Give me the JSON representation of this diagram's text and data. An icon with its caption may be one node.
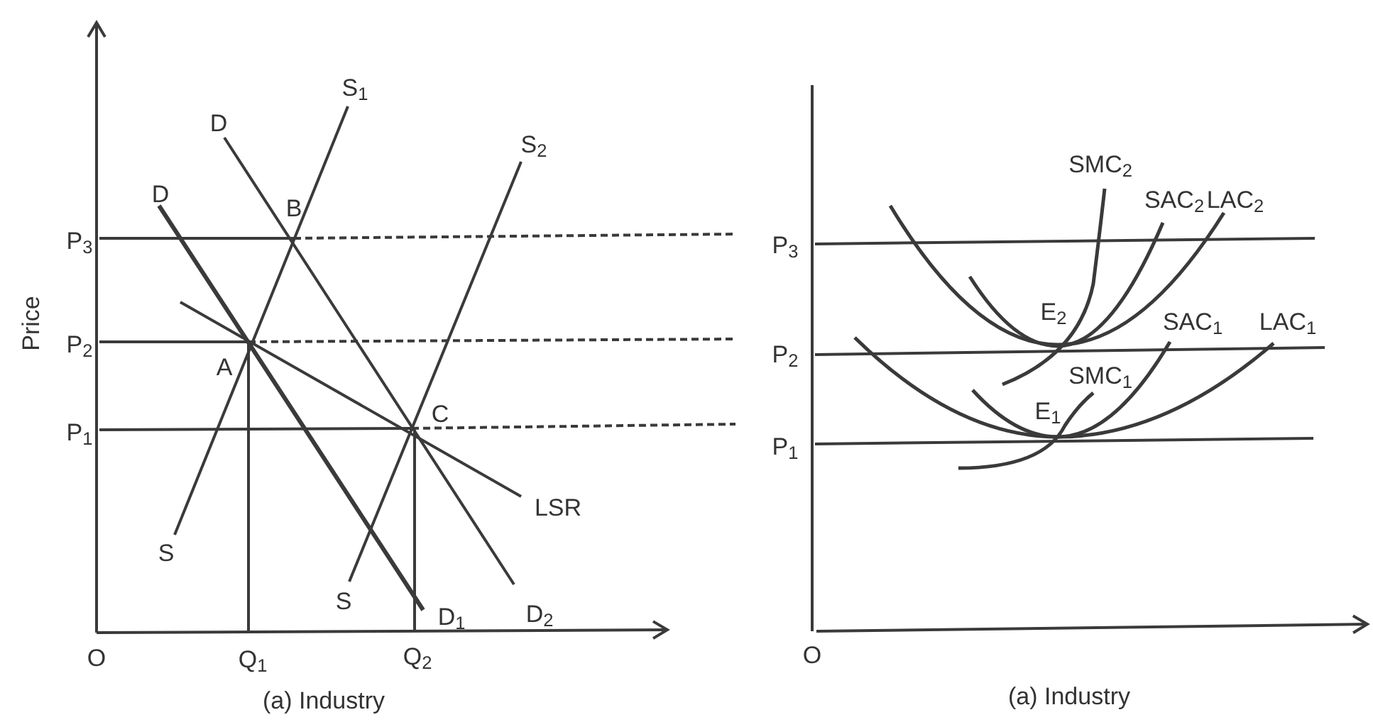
{
  "diagram": {
    "labels": [
      "Price",
      "S$_{1}$",
      "D",
      "S$_{2}$",
      "D",
      "B",
      "P$_{3}$",
      "P$_{2}$",
      "A",
      "P$_{1}$",
      "C",
      "LSR",
      "S",
      "S",
      "D$_{1}$",
      "D$_{2}$",
      "O",
      "Q$_{1}$",
      "Q$_{2}$",
      "(a) Industry",
      "SMC$_{2}$",
      "SAC$_{2}$",
      "LAC$_{2}$",
      "P$_{3}$",
      "E$_{2}$",
      "SAC$_{1}$",
      "LAC$_{1}$",
      "P$_{2}$",
      "SMC$_{1}$",
      "E$_{1}$",
      "P$_{1}$",
      "O",
      "(a) Industry"
    ]
  }
}
